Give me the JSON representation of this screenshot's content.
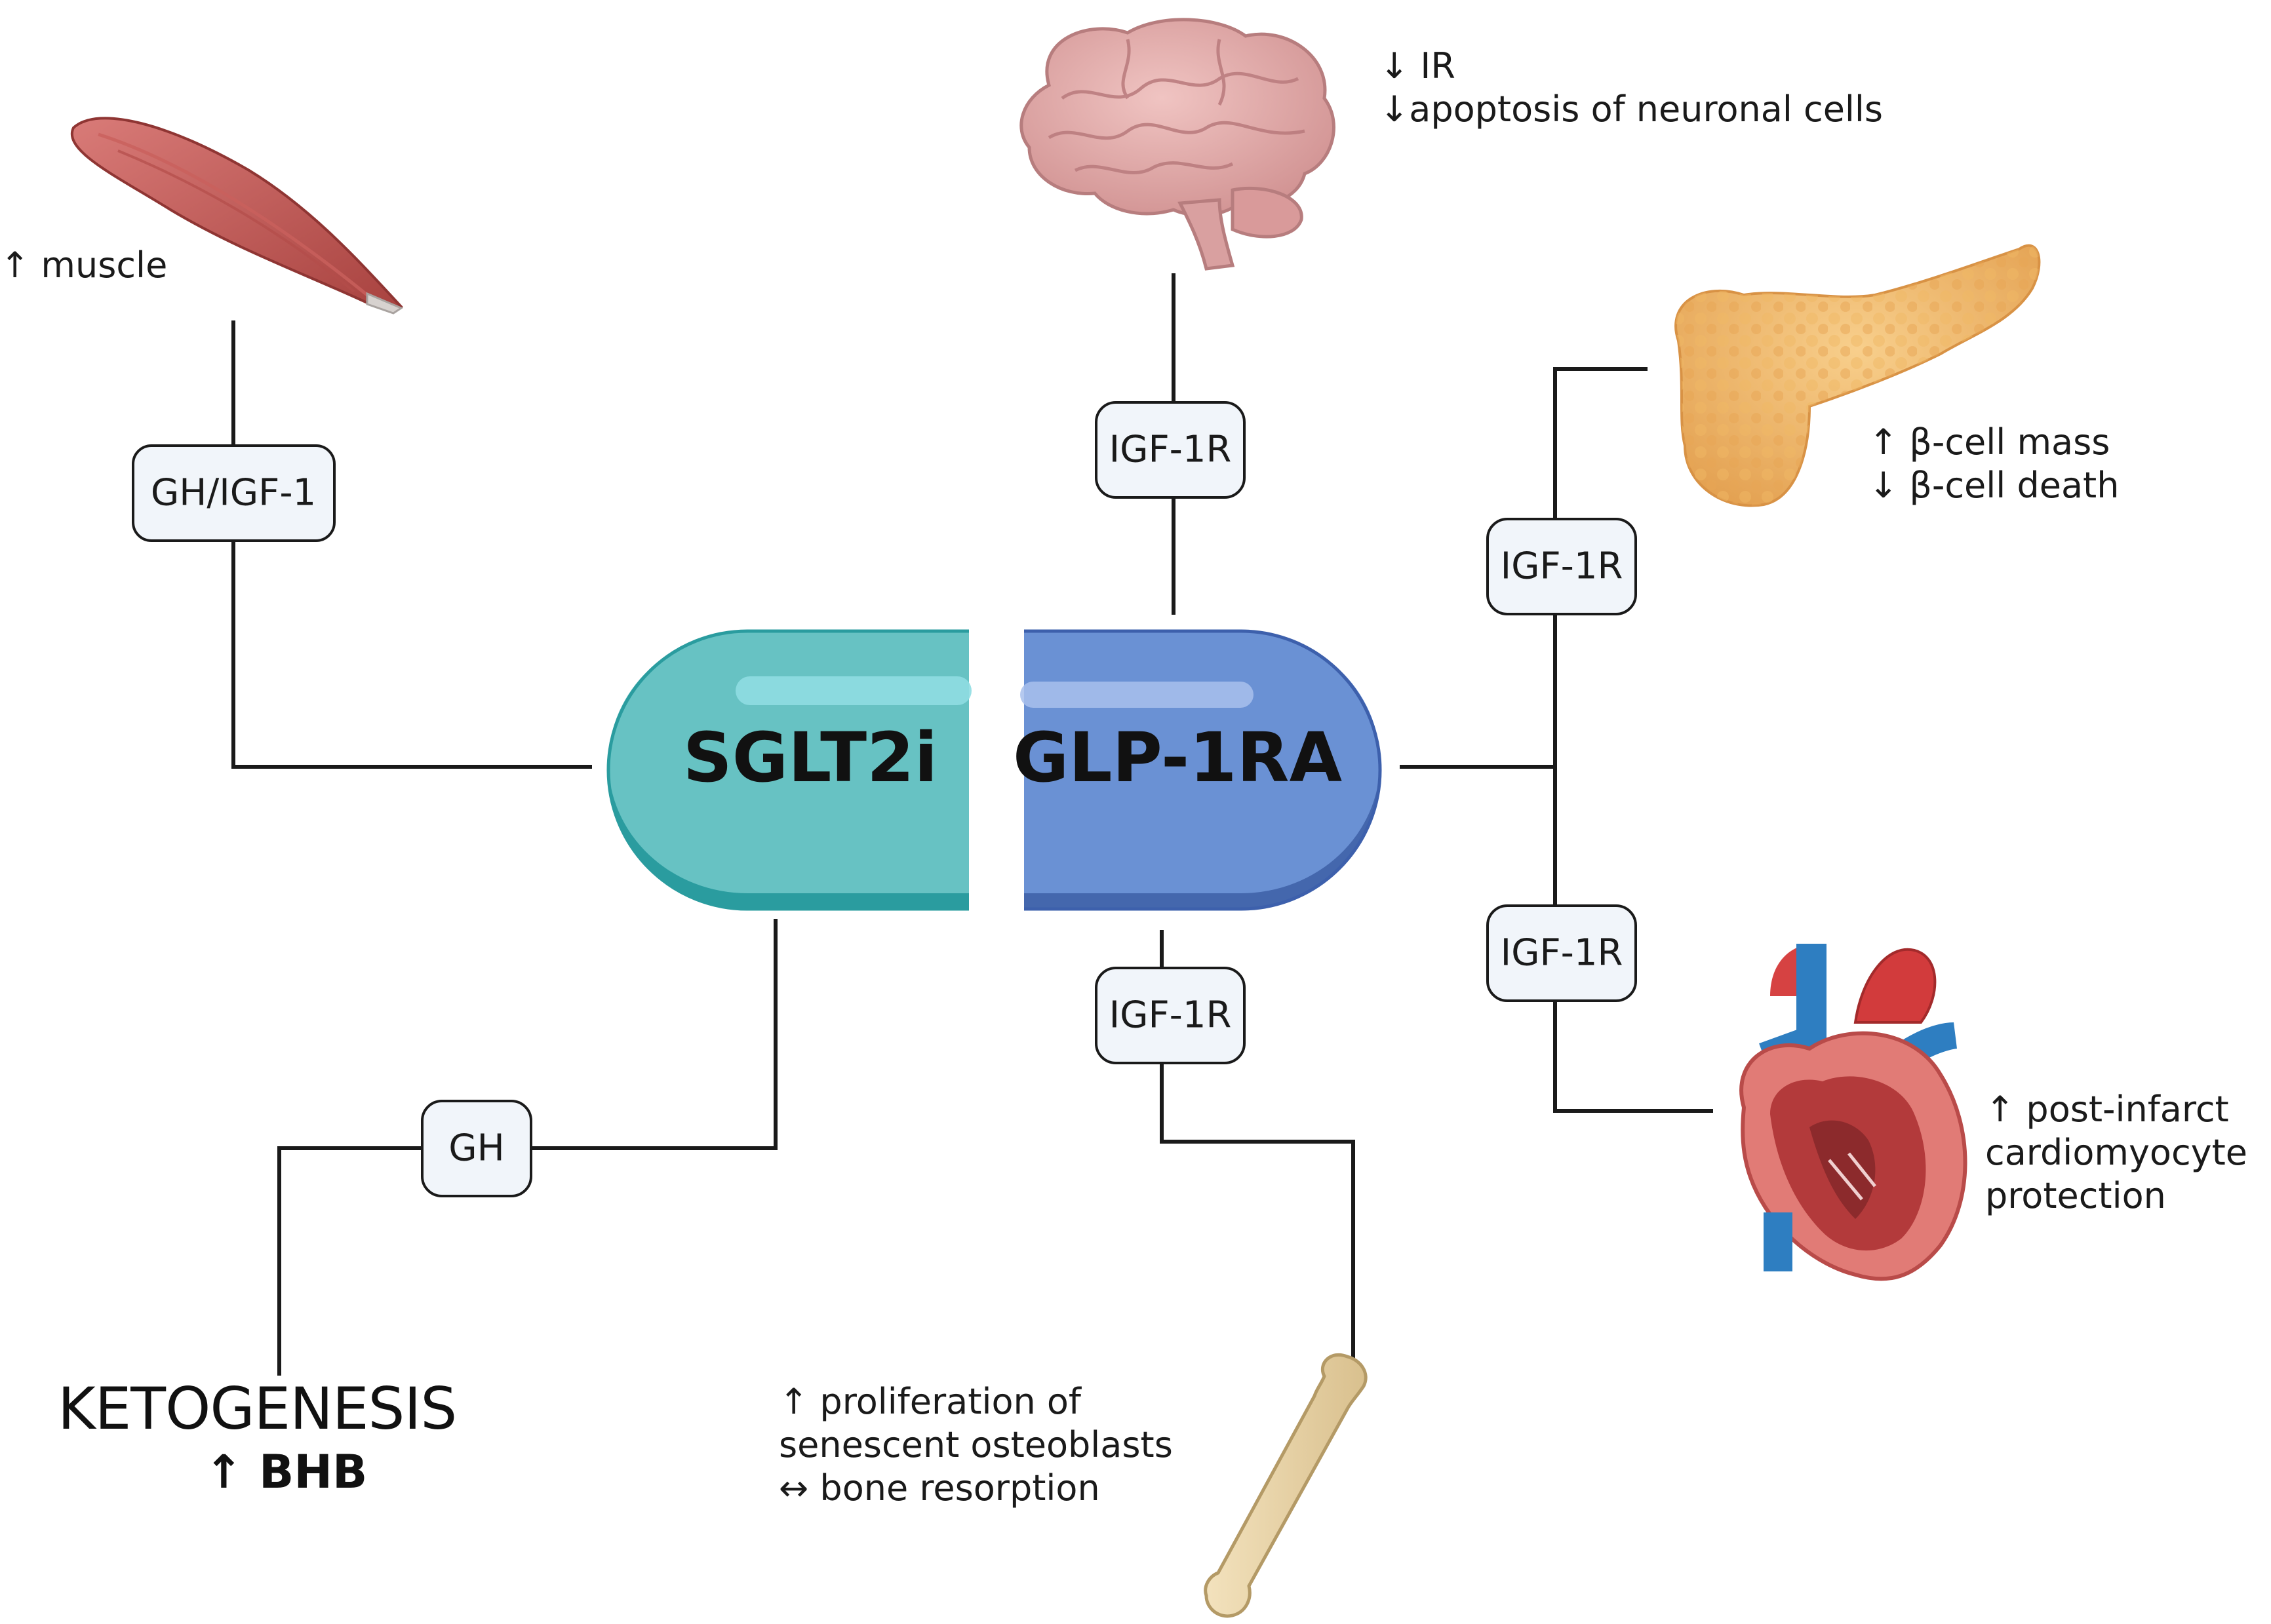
{
  "pill": {
    "left_label": "SGLT2i",
    "right_label": "GLP-1RA"
  },
  "boxes": {
    "gh_igf1": "GH/IGF-1",
    "brain_receptor": "IGF-1R",
    "pancreas_receptor": "IGF-1R",
    "heart_receptor": "IGF-1R",
    "bone_receptor": "IGF-1R",
    "gh": "GH"
  },
  "notes": {
    "muscle": "↑ muscle",
    "brain_line1": "↓ IR",
    "brain_line2": "↓apoptosis of neuronal cells",
    "pancreas_line1": "↑ β-cell mass",
    "pancreas_line2": "↓ β-cell death",
    "heart_line1": "↑ post-infarct",
    "heart_line2": "cardiomyocyte",
    "heart_line3": "protection",
    "bone_line1": "↑ proliferation of",
    "bone_line2": "senescent osteoblasts",
    "bone_line3": "↔ bone resorption"
  },
  "ketogenesis": {
    "title": "KETOGENESIS",
    "subtitle": "↑ BHB"
  },
  "icons": [
    "muscle-icon",
    "brain-icon",
    "pancreas-icon",
    "heart-icon",
    "bone-icon"
  ],
  "colors": {
    "sglt2i": "#67c2c3",
    "sglt2i_dark": "#2a9c9f",
    "glp1ra": "#6a91d4",
    "glp1ra_dark": "#4467ad",
    "box_fill": "#f1f5fa"
  }
}
